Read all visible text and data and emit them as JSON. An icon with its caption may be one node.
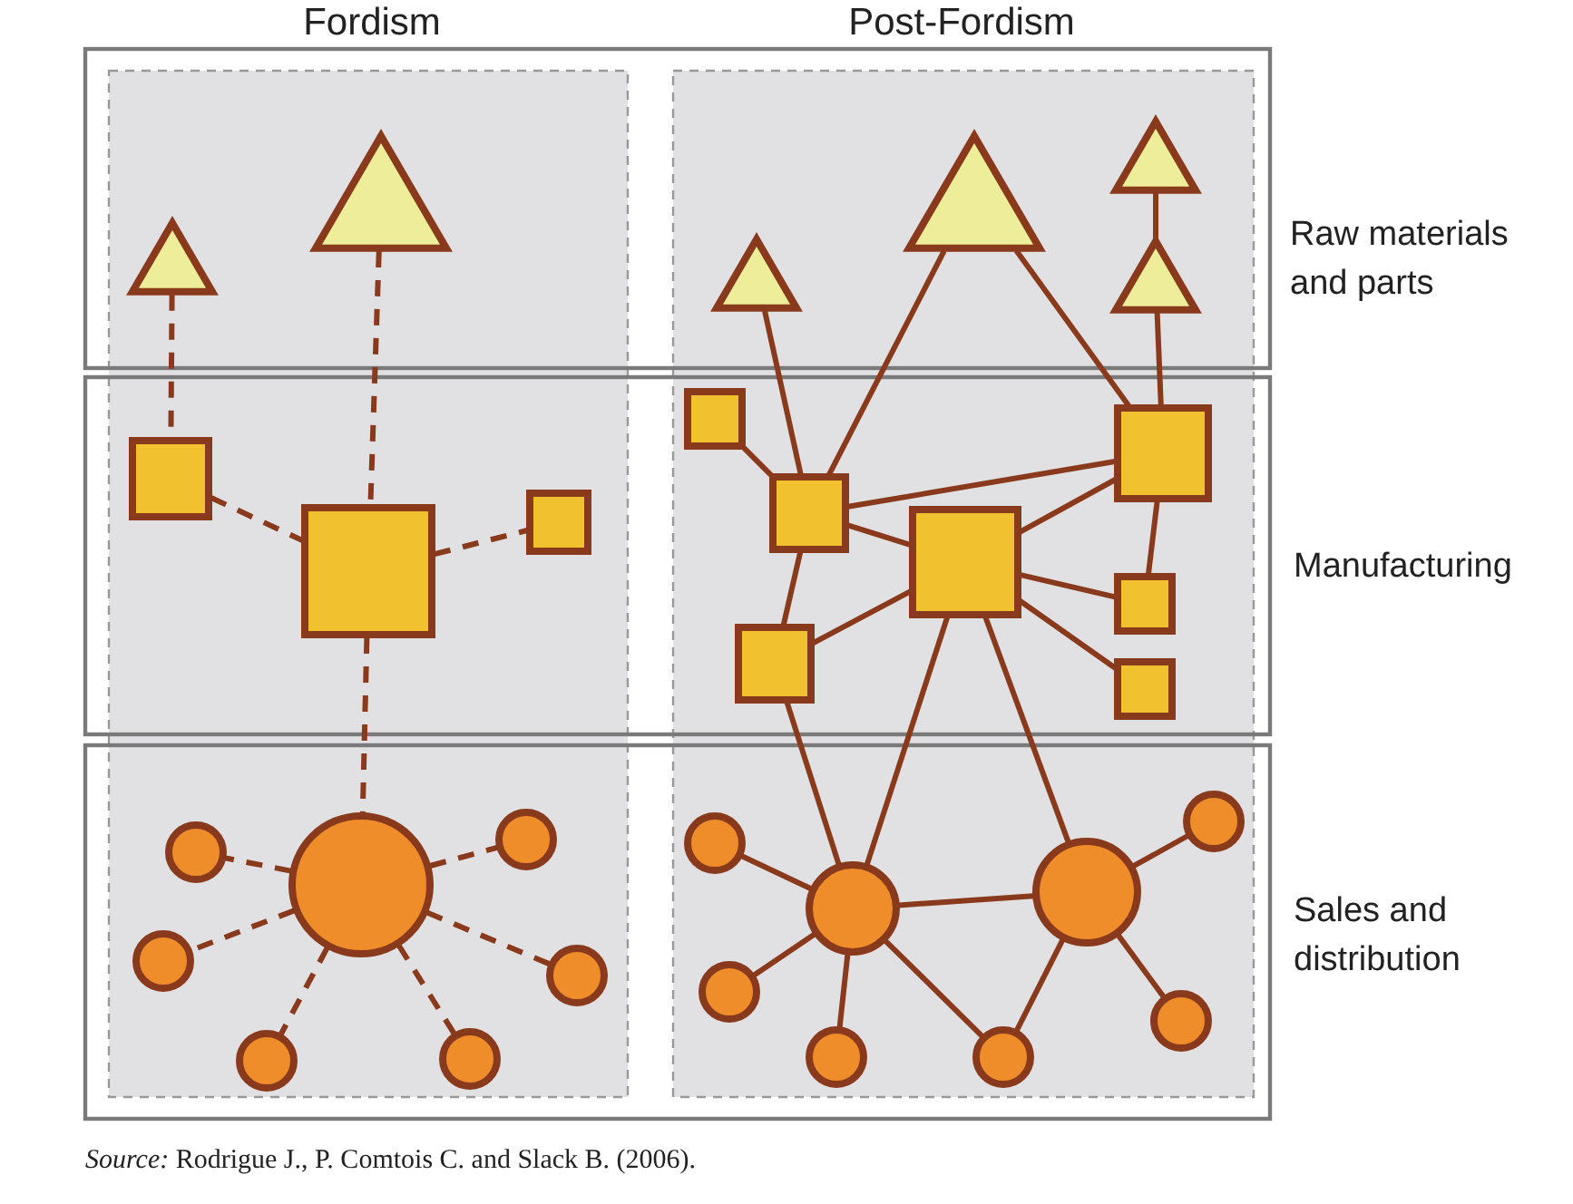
{
  "diagram": {
    "caption": "*Source:* Rodrigue J., P. Comtois C. and Slack B. (2006).",
    "nodes": [
      {
        "text": [],
        "shape": "triangle"
      },
      {
        "text": [],
        "shape": "triangle"
      },
      {
        "text": [],
        "shape": "box"
      },
      {
        "text": [],
        "shape": "box"
      },
      {
        "text": [],
        "shape": "box"
      },
      {
        "text": [],
        "shape": "circle"
      },
      {
        "text": [],
        "shape": "circle"
      },
      {
        "text": [],
        "shape": "circle"
      },
      {
        "text": [],
        "shape": "circle"
      },
      {
        "text": [],
        "shape": "circle"
      },
      {
        "text": [],
        "shape": "circle"
      },
      {
        "text": [],
        "shape": "circle"
      },
      {
        "text": [],
        "shape": "triangle"
      },
      {
        "text": [],
        "shape": "triangle"
      },
      {
        "text": [],
        "shape": "triangle"
      },
      {
        "text": [],
        "shape": "triangle"
      },
      {
        "text": [],
        "shape": "box"
      },
      {
        "text": [],
        "shape": "box"
      },
      {
        "text": [],
        "shape": "box"
      },
      {
        "text": [],
        "shape": "box"
      },
      {
        "text": [],
        "shape": "box"
      },
      {
        "text": [],
        "shape": "box"
      },
      {
        "text": [],
        "shape": "box"
      },
      {
        "text": [],
        "shape": "circle"
      },
      {
        "text": [],
        "shape": "circle"
      },
      {
        "text": [],
        "shape": "circle"
      },
      {
        "text": [],
        "shape": "circle"
      },
      {
        "text": [],
        "shape": "circle"
      },
      {
        "text": [],
        "shape": "circle"
      },
      {
        "text": [],
        "shape": "circle"
      },
      {
        "text": [],
        "shape": "circle"
      }
    ],
    "edges": [
      {
        "from": 0,
        "to": 2,
        "arrow": "none",
        "style": "dashed"
      },
      {
        "from": 1,
        "to": 3,
        "arrow": "none",
        "style": "dashed"
      },
      {
        "from": 2,
        "to": 3,
        "arrow": "none",
        "style": "dashed"
      },
      {
        "from": 3,
        "to": 4,
        "arrow": "none",
        "style": "dashed"
      },
      {
        "from": 3,
        "to": 5,
        "arrow": "none",
        "style": "dashed"
      },
      {
        "from": 5,
        "to": 6,
        "arrow": "none",
        "style": "dashed"
      },
      {
        "from": 5,
        "to": 7,
        "arrow": "none",
        "style": "dashed"
      },
      {
        "from": 5,
        "to": 8,
        "arrow": "none",
        "style": "dashed"
      },
      {
        "from": 5,
        "to": 9,
        "arrow": "none",
        "style": "dashed"
      },
      {
        "from": 5,
        "to": 10,
        "arrow": "none",
        "style": "dashed"
      },
      {
        "from": 5,
        "to": 11,
        "arrow": "none",
        "style": "dashed"
      },
      {
        "from": 12,
        "to": 17,
        "arrow": "none"
      },
      {
        "from": 13,
        "to": 17,
        "arrow": "none"
      },
      {
        "from": 13,
        "to": 19,
        "arrow": "none"
      },
      {
        "from": 14,
        "to": 15,
        "arrow": "none"
      },
      {
        "from": 15,
        "to": 19,
        "arrow": "none"
      },
      {
        "from": 16,
        "to": 17,
        "arrow": "none"
      },
      {
        "from": 17,
        "to": 19,
        "arrow": "none"
      },
      {
        "from": 17,
        "to": 18,
        "arrow": "none"
      },
      {
        "from": 17,
        "to": 22,
        "arrow": "none"
      },
      {
        "from": 18,
        "to": 19,
        "arrow": "none"
      },
      {
        "from": 18,
        "to": 20,
        "arrow": "none"
      },
      {
        "from": 19,
        "to": 20,
        "arrow": "none"
      },
      {
        "from": 18,
        "to": 21,
        "arrow": "none"
      },
      {
        "from": 18,
        "to": 22,
        "arrow": "none"
      },
      {
        "from": 22,
        "to": 23,
        "arrow": "none"
      },
      {
        "from": 18,
        "to": 23,
        "arrow": "none"
      },
      {
        "from": 18,
        "to": 24,
        "arrow": "none"
      },
      {
        "from": 23,
        "to": 24,
        "arrow": "none"
      },
      {
        "from": 23,
        "to": 25,
        "arrow": "none"
      },
      {
        "from": 23,
        "to": 27,
        "arrow": "none"
      },
      {
        "from": 23,
        "to": 29,
        "arrow": "none"
      },
      {
        "from": 23,
        "to": 30,
        "arrow": "none"
      },
      {
        "from": 24,
        "to": 30,
        "arrow": "none"
      },
      {
        "from": 24,
        "to": 28,
        "arrow": "none"
      },
      {
        "from": 24,
        "to": 26,
        "arrow": "none"
      }
    ],
    "labels": [
      "Fordism",
      "Post-Fordism",
      "Raw materials and parts",
      "Manufacturing",
      "Sales and distribution"
    ]
  }
}
